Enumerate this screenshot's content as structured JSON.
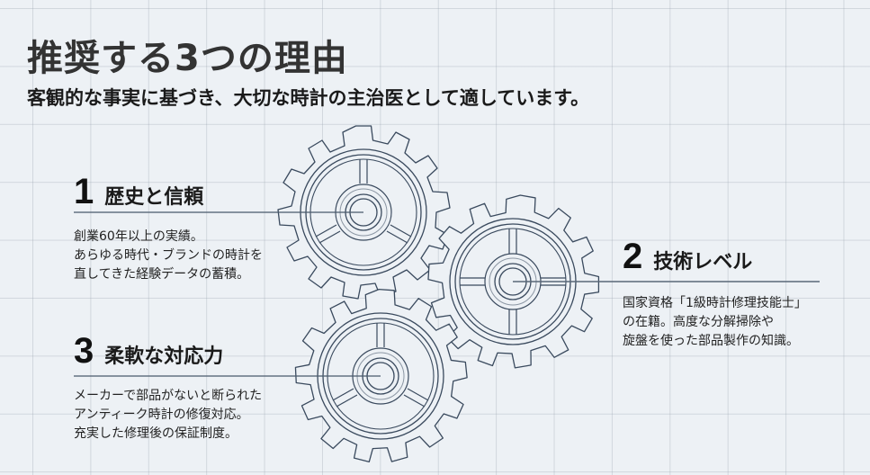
{
  "header": {
    "title": "推奨する3つの理由",
    "subtitle": "客観的な事実に基づき、大切な時計の主治医として適しています。"
  },
  "colors": {
    "background": "#edf1f5",
    "grid": "#a7afb9",
    "gear_stroke": "#3a4a5e",
    "text": "#1a1a1a"
  },
  "reasons": [
    {
      "number": "1",
      "heading": "歴史と信頼",
      "lines": [
        "創業60年以上の実績。",
        "あらゆる時代・ブランドの時計を",
        "直してきた経験データの蓄積。"
      ],
      "icon": "gear-icon"
    },
    {
      "number": "2",
      "heading": "技術レベル",
      "lines": [
        "国家資格「1級時計修理技能士」",
        "の在籍。高度な分解掃除や",
        "旋盤を使った部品製作の知識。"
      ],
      "icon": "gear-icon"
    },
    {
      "number": "3",
      "heading": "柔軟な対応力",
      "lines": [
        "メーカーで部品がないと断られた",
        "アンティーク時計の修復対応。",
        "充実した修理後の保証制度。"
      ],
      "icon": "gear-icon"
    }
  ]
}
